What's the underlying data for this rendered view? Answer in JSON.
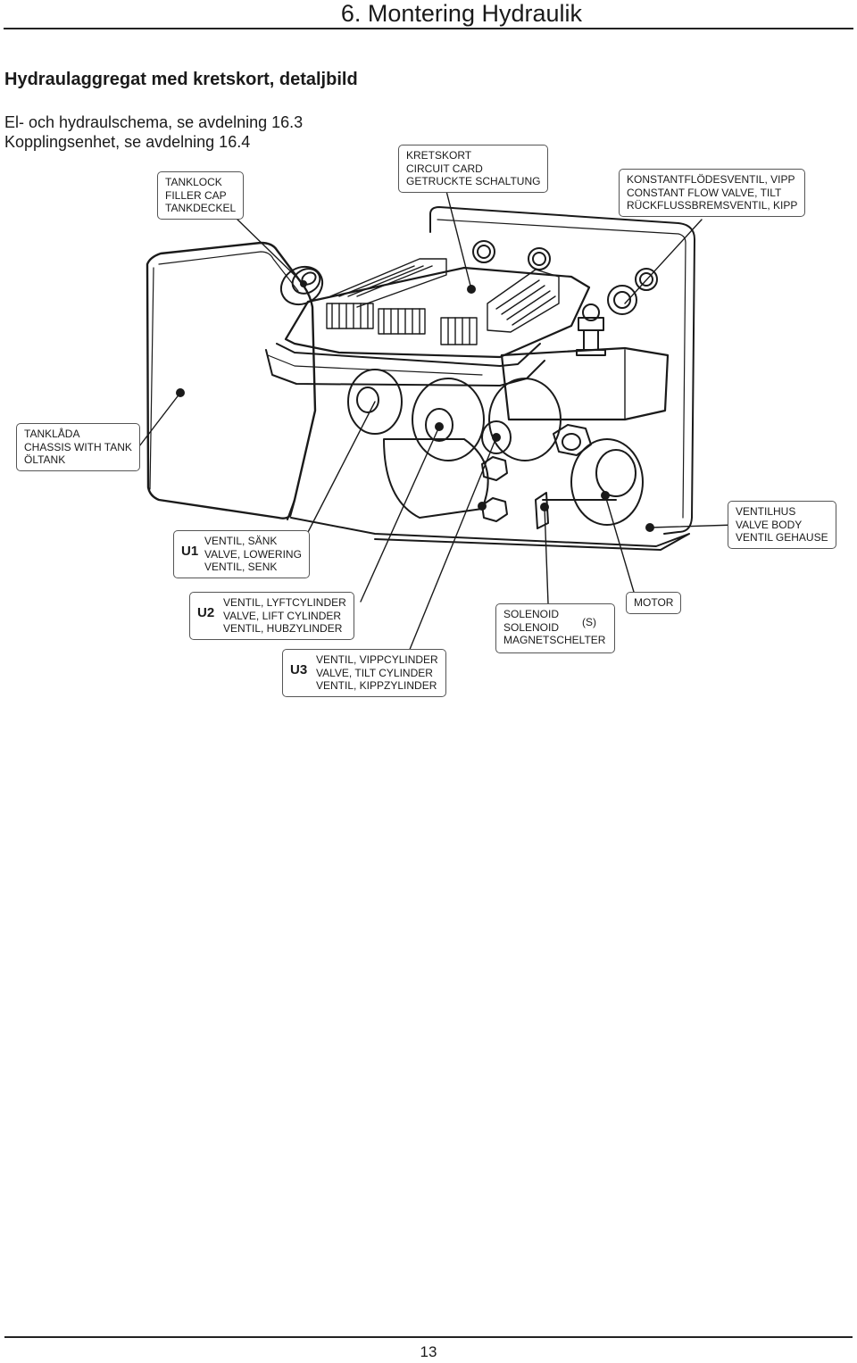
{
  "header": {
    "section_title": "6. Montering Hydraulik"
  },
  "page_heading": "Hydraulaggregat med kretskort, detaljbild",
  "references": [
    "El- och hydraulschema, se avdelning 16.3",
    "Kopplingsenhet, se avdelning 16.4"
  ],
  "callouts": {
    "filler_cap": [
      "TANKLOCK",
      "FILLER CAP",
      "TANKDECKEL"
    ],
    "circuit_card": [
      "KRETSKORT",
      "CIRCUIT CARD",
      "GETRUCKTE SCHALTUNG"
    ],
    "constant_flow": [
      "KONSTANTFLÖDESVENTIL, VIPP",
      "CONSTANT FLOW VALVE, TILT",
      "RÜCKFLUSSBREMSVENTIL, KIPP"
    ],
    "tank": [
      "TANKLÅDA",
      "CHASSIS WITH TANK",
      "ÖLTANK"
    ],
    "valve_body": [
      "VENTILHUS",
      "VALVE BODY",
      "VENTIL GEHAUSE"
    ],
    "lowering": {
      "code": "U1",
      "lines": [
        "VENTIL, SÄNK",
        "VALVE, LOWERING",
        "VENTIL, SENK"
      ]
    },
    "lift": {
      "code": "U2",
      "lines": [
        "VENTIL, LYFTCYLINDER",
        "VALVE, LIFT CYLINDER",
        "VENTIL, HUBZYLINDER"
      ]
    },
    "tilt": {
      "code": "U3",
      "lines": [
        "VENTIL, VIPPCYLINDER",
        "VALVE, TILT CYLINDER",
        "VENTIL, KIPPZYLINDER"
      ]
    },
    "solenoid": {
      "code": "(S)",
      "lines": [
        "SOLENOID",
        "SOLENOID",
        "MAGNETSCHELTER"
      ]
    },
    "motor": [
      "MOTOR"
    ]
  },
  "footer": {
    "page_number": "13"
  }
}
